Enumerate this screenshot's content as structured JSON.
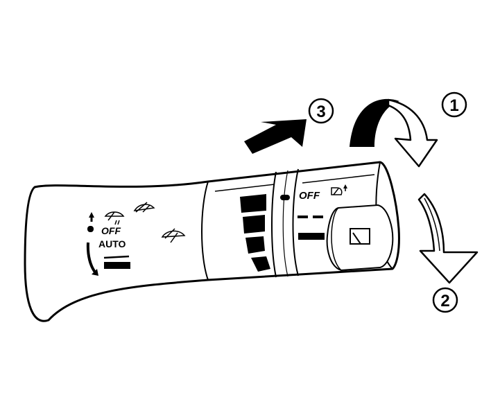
{
  "collar_labels": {
    "off": "OFF",
    "auto": "AUTO"
  },
  "ring_labels": {
    "off": "OFF"
  },
  "callouts": [
    "1",
    "2",
    "3"
  ],
  "icons": {
    "collar": [
      "arrow-up-icon",
      "mist-wiper-icon",
      "intermittent-wiper-icon",
      "wiper-icon"
    ],
    "ring": [
      "rear-wiper-washer-icon",
      "rear-wiper-icon"
    ],
    "motion": [
      "rotate-up-arrow-icon",
      "rotate-down-arrow-icon",
      "push-arrow-icon"
    ]
  },
  "colors": {
    "line": "#000000",
    "fill": "#ffffff"
  }
}
